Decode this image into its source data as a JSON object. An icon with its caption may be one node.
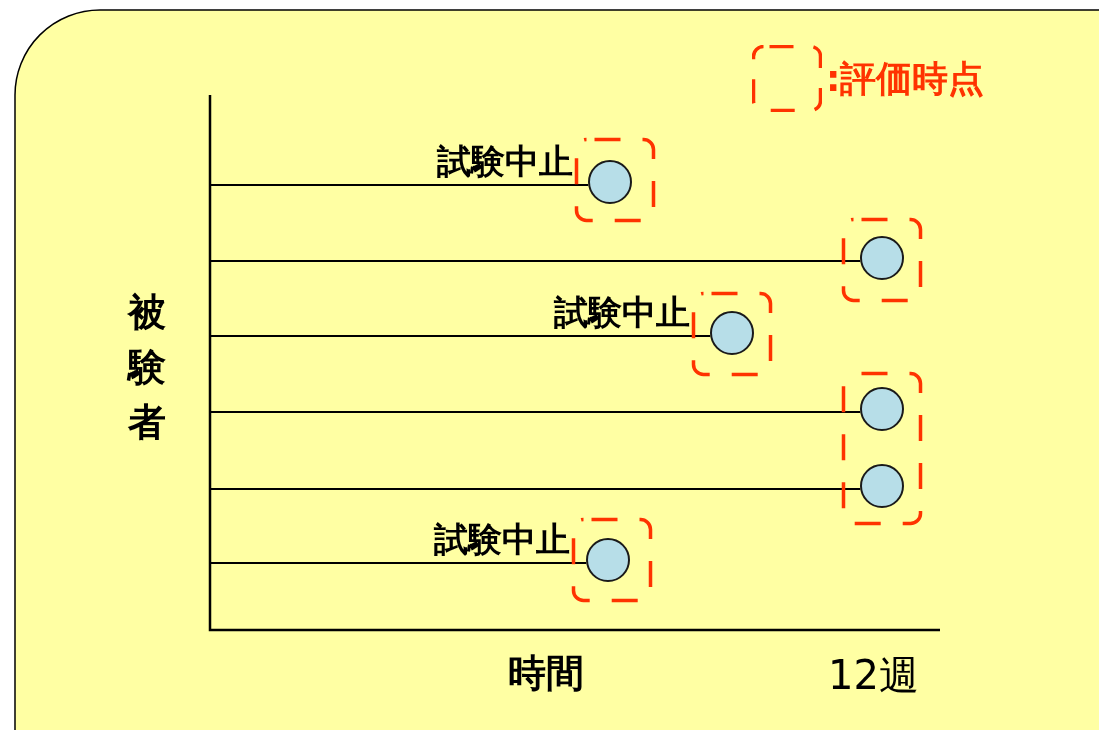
{
  "diagram": {
    "nodes": [
      {
        "text": [],
        "shape": "box"
      },
      {
        "text": [],
        "shape": "circle",
        "in": 0,
        "beside": [
          "試験中止"
        ]
      },
      {
        "text": [],
        "shape": "box"
      },
      {
        "text": [],
        "shape": "circle",
        "in": 2
      },
      {
        "text": [],
        "shape": "box"
      },
      {
        "text": [],
        "shape": "circle",
        "in": 4,
        "beside": [
          "試験中止"
        ]
      },
      {
        "text": [],
        "shape": "box"
      },
      {
        "text": [],
        "shape": "circle",
        "in": 6
      },
      {
        "text": [],
        "shape": "circle",
        "in": 6
      },
      {
        "text": [],
        "shape": "box"
      },
      {
        "text": [],
        "shape": "circle",
        "in": 9,
        "beside": [
          "試験中止"
        ]
      }
    ],
    "edges": [
      {
        "from": null,
        "to": 1,
        "arrow": "none"
      },
      {
        "from": null,
        "to": 3,
        "arrow": "none"
      },
      {
        "from": null,
        "to": 5,
        "arrow": "none"
      },
      {
        "from": null,
        "to": 7,
        "arrow": "none"
      },
      {
        "from": null,
        "to": 8,
        "arrow": "none"
      },
      {
        "from": null,
        "to": 10,
        "arrow": "none"
      }
    ],
    "labels": [
      "被験者",
      "時間",
      "12週"
    ],
    "legend": [
      {
        "text": ":評価時点"
      }
    ]
  }
}
